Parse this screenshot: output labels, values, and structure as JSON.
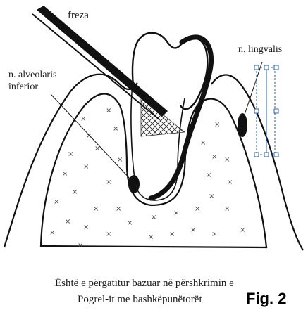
{
  "labels": {
    "freza": "freza",
    "lingvalis": "n. lingvalis",
    "alveolaris": "n. alveolaris",
    "inferior": "inferior"
  },
  "caption": {
    "line1": "Është e përgatitur bazuar në përshkrimin e",
    "line2": "Pogrel-it me bashkëpunëtorët",
    "figure": "Fig. 2"
  },
  "colors": {
    "ink": "#111111",
    "selection": "#2a62a8"
  }
}
